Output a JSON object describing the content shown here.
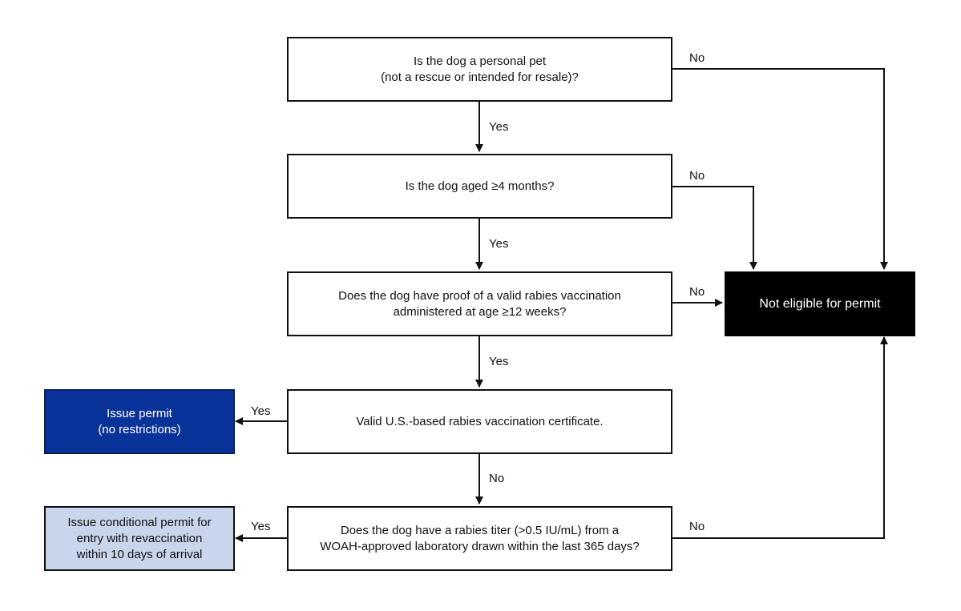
{
  "nodes": {
    "q_pet": {
      "lines": [
        "Is the dog a personal pet",
        "(not a rescue or intended for resale)?"
      ]
    },
    "q_age": {
      "lines": [
        "Is the dog aged ≥4 months?"
      ]
    },
    "q_vax": {
      "lines": [
        "Does the dog have proof of a valid rabies vaccination",
        "administered at age ≥12 weeks?"
      ]
    },
    "q_us": {
      "lines": [
        "Valid U.S.-based rabies vaccination certificate."
      ]
    },
    "q_titer": {
      "lines": [
        "Does the dog have a rabies titer (>0.5 IU/mL) from a",
        "WOAH-approved laboratory drawn within the last 365 days?"
      ]
    },
    "not_eligible": {
      "lines": [
        "Not eligible for permit"
      ],
      "color": "#000000"
    },
    "issue_permit": {
      "lines": [
        "Issue permit",
        "(no restrictions)"
      ],
      "color": "#0a3399"
    },
    "conditional_permit": {
      "lines": [
        "Issue conditional permit for",
        "entry with revaccination",
        "within 10 days of arrival"
      ],
      "color": "#c9d5ea"
    }
  },
  "edges": {
    "pet_yes": "Yes",
    "pet_no": "No",
    "age_yes": "Yes",
    "age_no": "No",
    "vax_yes": "Yes",
    "vax_no": "No",
    "us_yes": "Yes",
    "us_no": "No",
    "titer_yes": "Yes",
    "titer_no": "No"
  }
}
